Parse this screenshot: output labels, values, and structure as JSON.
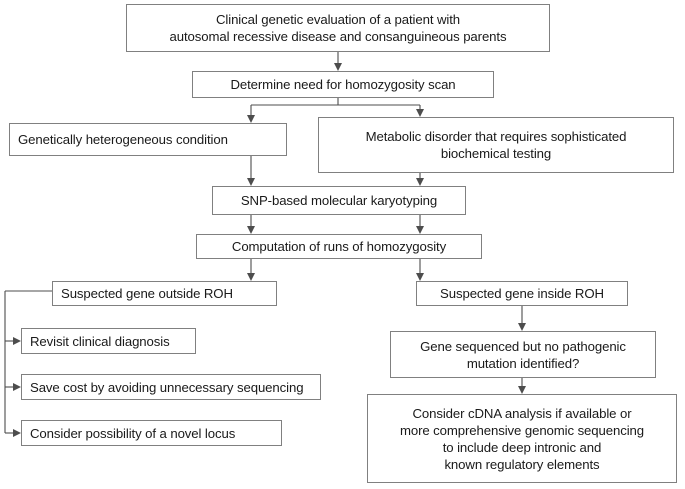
{
  "diagram": {
    "type": "flowchart",
    "title": "Clinical genetic evaluation homozygosity scan workflow",
    "theme": {
      "background": "#ffffff",
      "box_border": "#808080",
      "connector": "#4d4d4d",
      "text": "#1a1a1a"
    },
    "nodes": [
      {
        "id": "n1",
        "name": "clinical-genetic-evaluation",
        "text": "Clinical genetic evaluation of a patient with\nautosomal recessive disease and consanguineous parents"
      },
      {
        "id": "n2",
        "name": "determine-need-homozygosity-scan",
        "text": "Determine need for homozygosity scan"
      },
      {
        "id": "n3",
        "name": "genetically-heterogeneous-condition",
        "text": "Genetically heterogeneous condition"
      },
      {
        "id": "n4",
        "name": "metabolic-disorder-biochemical-testing",
        "text": "Metabolic disorder that requires sophisticated\nbiochemical testing"
      },
      {
        "id": "n5",
        "name": "snp-based-molecular-karyotyping",
        "text": "SNP-based molecular karyotyping"
      },
      {
        "id": "n6",
        "name": "computation-runs-of-homozygosity",
        "text": "Computation of runs of homozygosity"
      },
      {
        "id": "n7",
        "name": "suspected-gene-outside-roh",
        "text": "Suspected gene outside ROH"
      },
      {
        "id": "n8",
        "name": "suspected-gene-inside-roh",
        "text": "Suspected gene inside ROH"
      },
      {
        "id": "n9",
        "name": "revisit-clinical-diagnosis",
        "text": "Revisit clinical diagnosis"
      },
      {
        "id": "n10",
        "name": "save-cost-avoiding-unnecessary-sequencing",
        "text": "Save cost by avoiding unnecessary sequencing"
      },
      {
        "id": "n11",
        "name": "consider-possibility-novel-locus",
        "text": "Consider possibility of a novel locus"
      },
      {
        "id": "n12",
        "name": "gene-sequenced-no-pathogenic-mutation",
        "text": "Gene sequenced but no pathogenic\nmutation identified?"
      },
      {
        "id": "n13",
        "name": "consider-cdna-analysis",
        "text": "Consider cDNA analysis if available or\nmore comprehensive genomic sequencing\nto include deep intronic and\nknown regulatory elements"
      }
    ],
    "edges": [
      {
        "from": "n1",
        "to": "n2",
        "style": "arrow-down"
      },
      {
        "from": "n2",
        "to": "n3",
        "style": "split-left-arrow-down"
      },
      {
        "from": "n2",
        "to": "n4",
        "style": "split-right-arrow-down"
      },
      {
        "from": "n3",
        "to": "n5",
        "style": "arrow-down"
      },
      {
        "from": "n4",
        "to": "n5",
        "style": "arrow-down"
      },
      {
        "from": "n5",
        "to": "n6",
        "style": "double-arrow-down"
      },
      {
        "from": "n6",
        "to": "n7",
        "style": "arrow-down"
      },
      {
        "from": "n6",
        "to": "n8",
        "style": "arrow-down"
      },
      {
        "from": "n7",
        "to": "n9",
        "style": "elbow-left-arrow-right"
      },
      {
        "from": "n7",
        "to": "n10",
        "style": "elbow-left-arrow-right"
      },
      {
        "from": "n7",
        "to": "n11",
        "style": "elbow-left-arrow-right"
      },
      {
        "from": "n8",
        "to": "n12",
        "style": "arrow-down"
      },
      {
        "from": "n12",
        "to": "n13",
        "style": "arrow-down"
      }
    ]
  }
}
